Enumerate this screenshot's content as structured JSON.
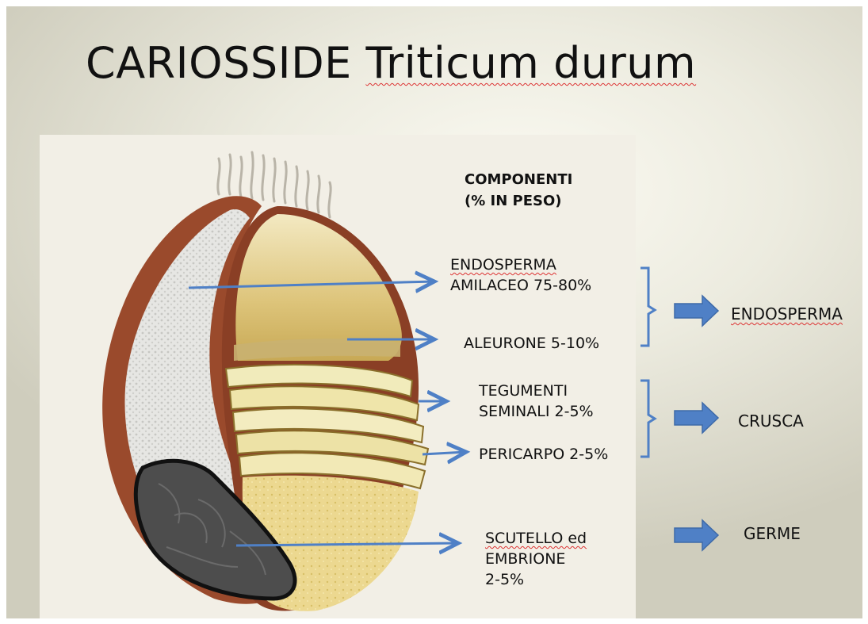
{
  "title": {
    "part1": "CARIOSSIDE",
    "part2": "Triticum durum"
  },
  "components_heading": [
    "COMPONENTI",
    "(% IN PESO)"
  ],
  "components": {
    "endosperma_amilaceo": [
      "ENDOSPERMA",
      "AMILACEO  75-80%"
    ],
    "aleurone": "ALEURONE 5-10%",
    "tegumenti_seminali": [
      "TEGUMENTI",
      "SEMINALI 2-5%"
    ],
    "pericarpo": "PERICARPO 2-5%",
    "scutello_embrione": [
      "SCUTELLO ed",
      "EMBRIONE",
      "2-5%"
    ]
  },
  "groups": {
    "endosperma": "ENDOSPERMA",
    "crusca": "CRUSCA",
    "germe": "GERME"
  },
  "colors": {
    "arrow": "#4f80c6",
    "bracket": "#4f80c6",
    "seed_coat": "#9a4a2c",
    "embryo": "#4a4a4a",
    "endosperm": "#e8d48a"
  }
}
